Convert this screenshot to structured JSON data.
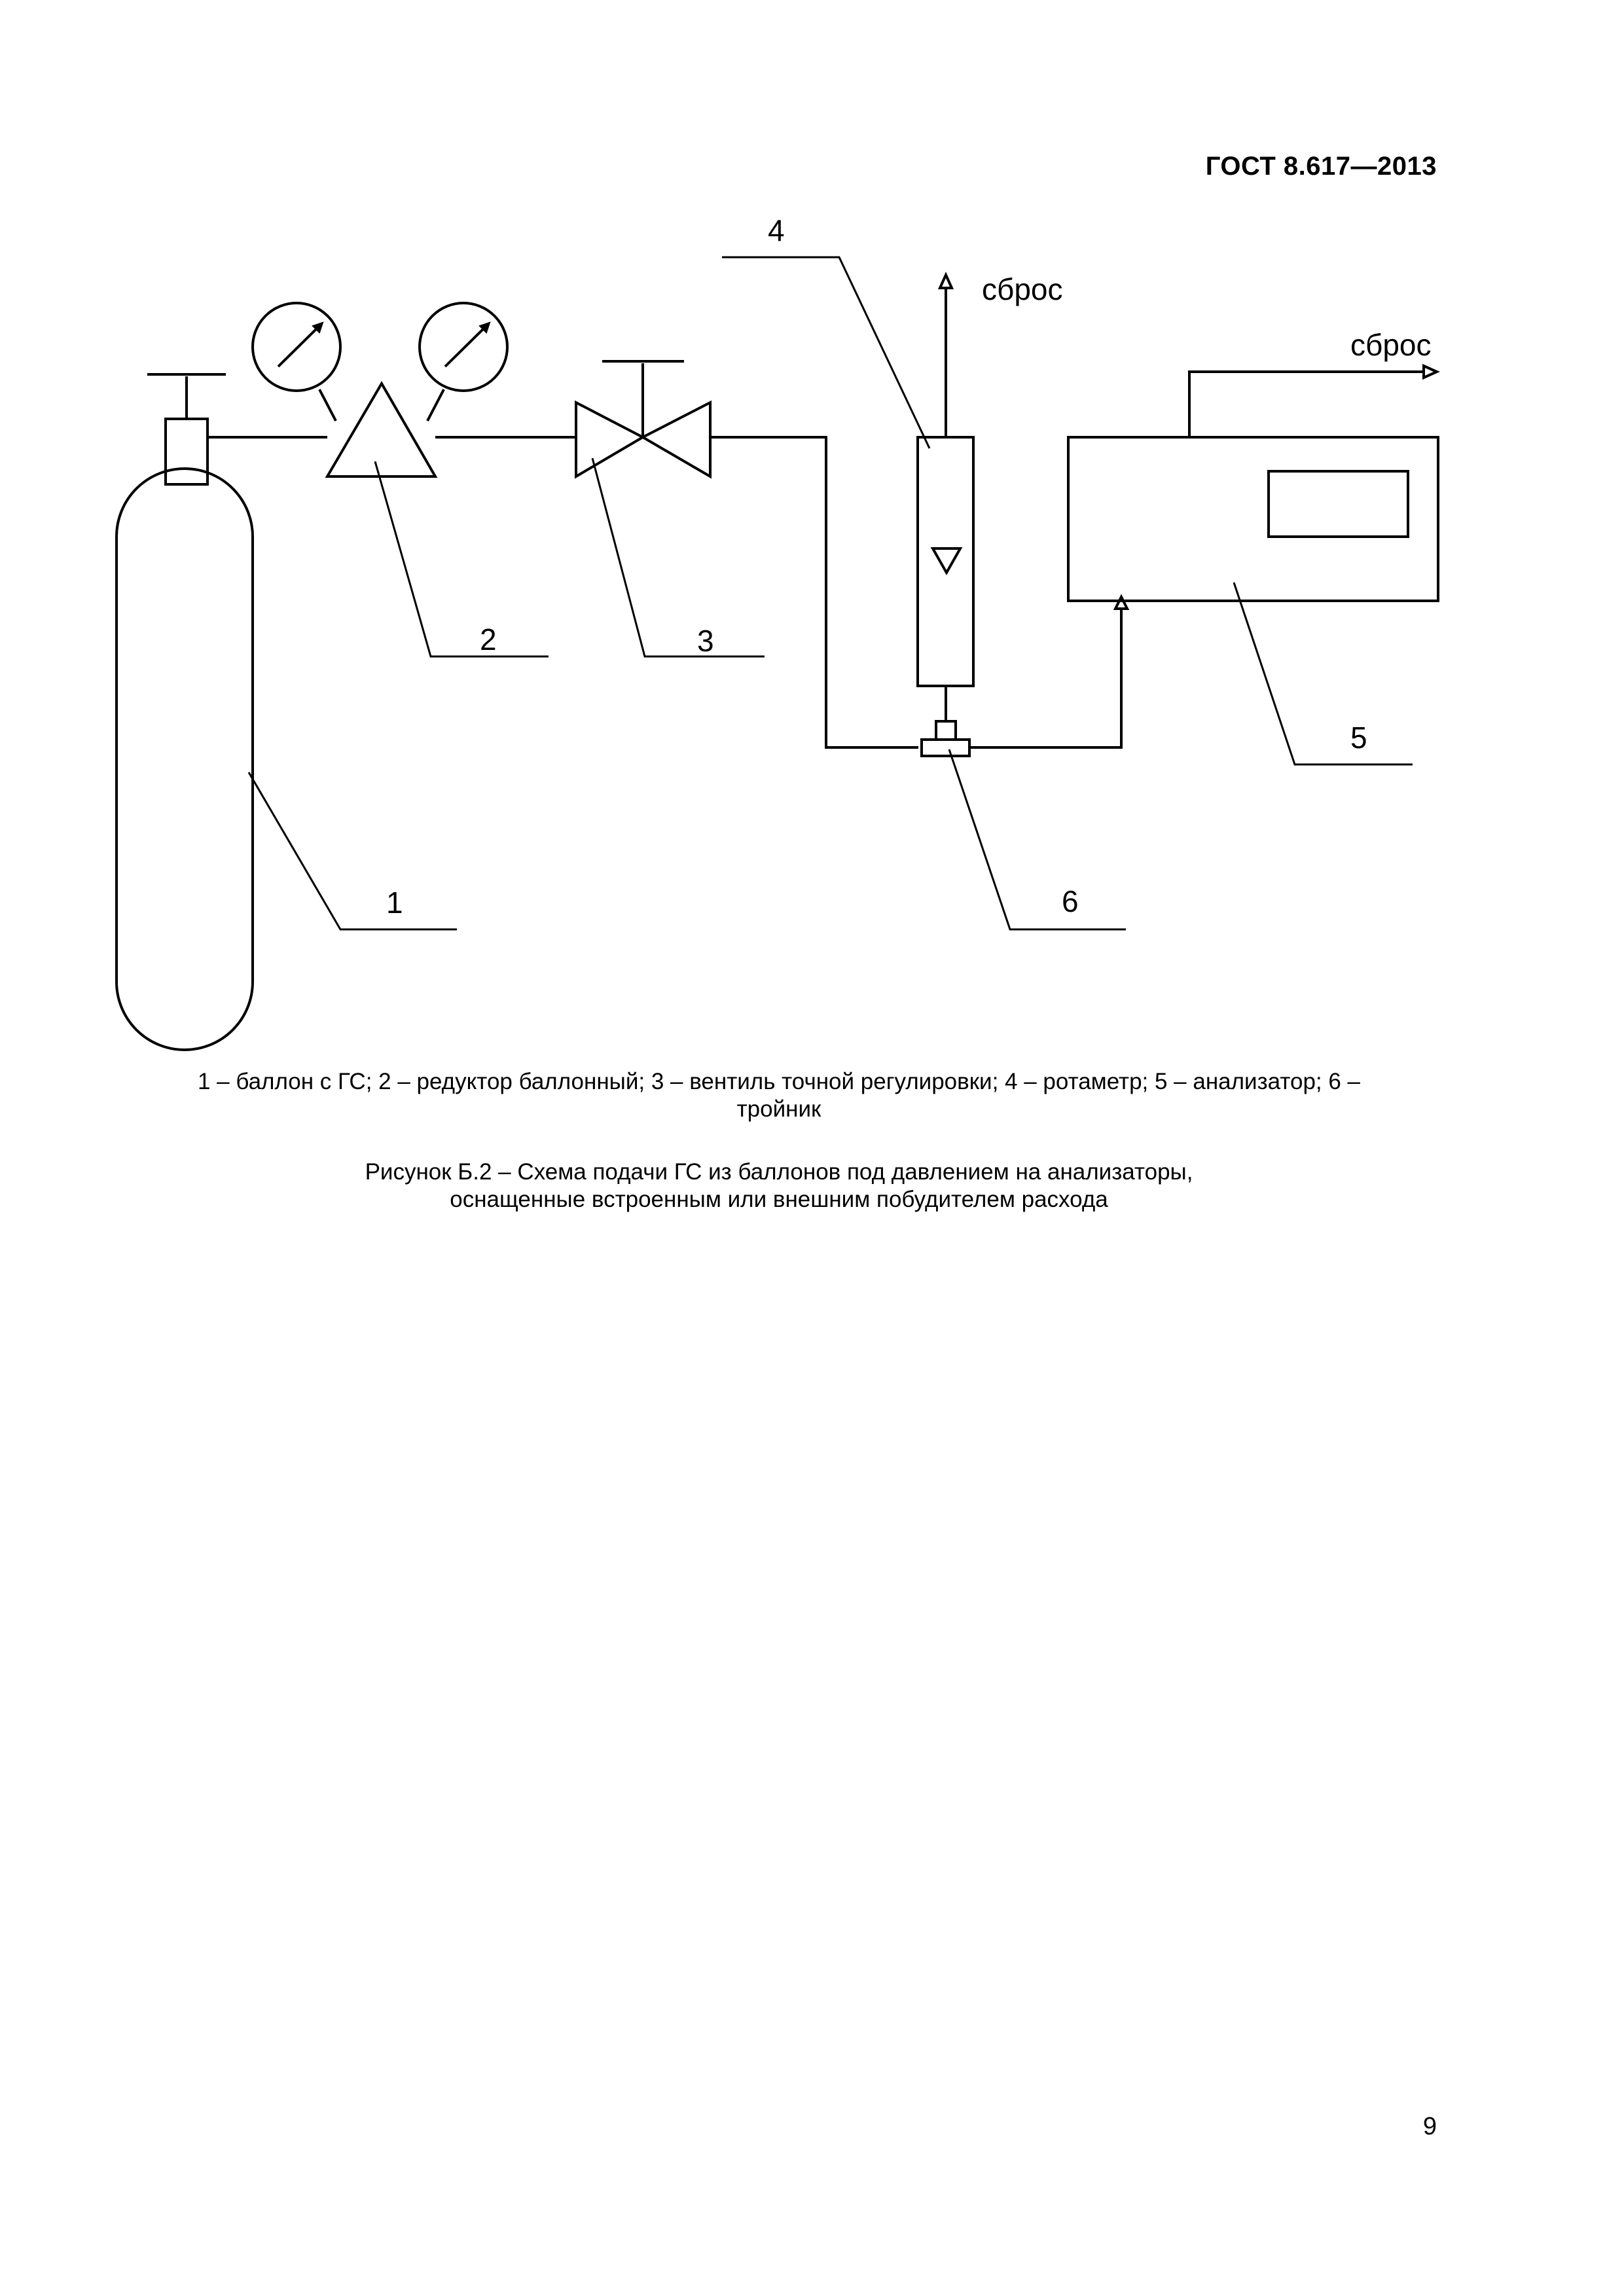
{
  "header": {
    "doc_code": "ГОСТ 8.617—2013"
  },
  "diagram": {
    "callouts": {
      "c1": "1",
      "c2": "2",
      "c3": "3",
      "c4": "4",
      "c5": "5",
      "c6": "6"
    },
    "vent_label_rotameter": "сброс",
    "vent_label_analyzer": "сброс"
  },
  "legend": {
    "line1": "1 – баллон с ГС; 2 – редуктор баллонный; 3 – вентиль точной регулировки; 4 – ротаметр; 5 – анализатор; 6 –",
    "line2": "тройник"
  },
  "figure_caption": {
    "line1": "Рисунок Б.2 – Схема подачи ГС из баллонов под давлением на анализаторы,",
    "line2": "оснащенные встроенным или внешним побудителем расхода"
  },
  "footer": {
    "page_number": "9"
  }
}
